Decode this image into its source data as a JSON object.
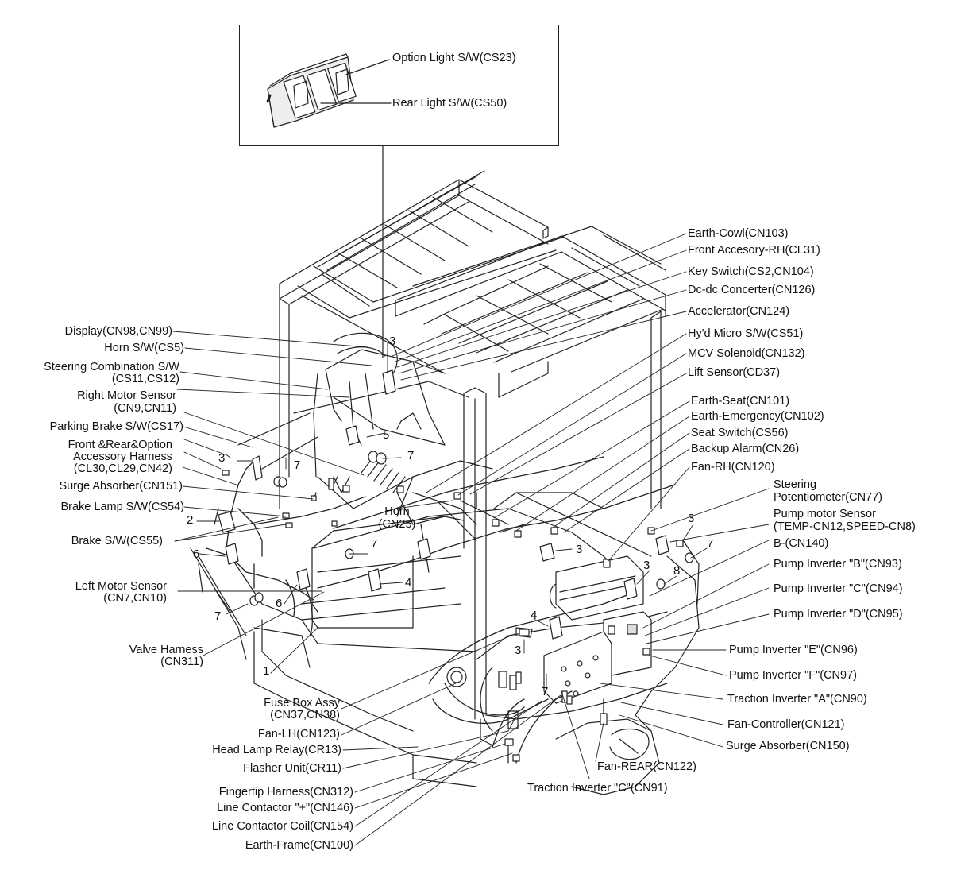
{
  "inset_labels": {
    "option_light": "Option Light S/W(CS23)",
    "rear_light": "Rear Light S/W(CS50)"
  },
  "left_labels": {
    "display": "Display(CN98,CN99)",
    "horn_sw": "Horn S/W(CS5)",
    "steering_combo_1": "Steering Combination S/W",
    "steering_combo_2": "(CS11,CS12)",
    "right_motor_1": "Right Motor Sensor",
    "right_motor_2": "(CN9,CN11)",
    "parking_brake": "Parking Brake S/W(CS17)",
    "front_rear_1": "Front &Rear&Option",
    "front_rear_2": "Accessory Harness",
    "front_rear_3": "(CL30,CL29,CN42)",
    "surge_151": "Surge Absorber(CN151)",
    "brake_lamp": "Brake Lamp S/W(CS54)",
    "brake_sw": "Brake S/W(CS55)",
    "left_motor_1": "Left Motor Sensor",
    "left_motor_2": "(CN7,CN10)",
    "valve_1": "Valve Harness",
    "valve_2": "(CN311)"
  },
  "center_labels": {
    "horn_1": "Horn",
    "horn_2": "(CN25)"
  },
  "bottom_labels": {
    "fuse_1": "Fuse Box Assy",
    "fuse_2": "(CN37,CN38)",
    "fan_lh": "Fan-LH(CN123)",
    "head_lamp": "Head Lamp Relay(CR13)",
    "flasher": "Flasher Unit(CR11)",
    "fingertip": "Fingertip Harness(CN312)",
    "line_plus": "Line Contactor \"+\"(CN146)",
    "line_coil": "Line Contactor Coil(CN154)",
    "earth_frame": "Earth-Frame(CN100)",
    "fan_rear": "Fan-REAR(CN122)",
    "traction_c": "Traction Inverter \"C\"(CN91)"
  },
  "right_labels": {
    "earth_cowl": "Earth-Cowl(CN103)",
    "front_accessory": "Front Accesory-RH(CL31)",
    "key_switch": "Key Switch(CS2,CN104)",
    "dcdc": "Dc-dc Concerter(CN126)",
    "accelerator": "Accelerator(CN124)",
    "hyd_micro": "Hy'd Micro S/W(CS51)",
    "mcv": "MCV Solenoid(CN132)",
    "lift_sensor": "Lift Sensor(CD37)",
    "earth_seat": "Earth-Seat(CN101)",
    "earth_emergency": "Earth-Emergency(CN102)",
    "seat_switch": "Seat Switch(CS56)",
    "backup_alarm": "Backup Alarm(CN26)",
    "fan_rh": "Fan-RH(CN120)",
    "steering_pot_1": "Steering",
    "steering_pot_2": "Potentiometer(CN77)",
    "pump_sensor_1": "Pump motor Sensor",
    "pump_sensor_2": "(TEMP-CN12,SPEED-CN8)",
    "b_minus": "B-(CN140)",
    "pump_b": "Pump Inverter \"B\"(CN93)",
    "pump_c": "Pump Inverter \"C\"(CN94)",
    "pump_d": "Pump Inverter \"D\"(CN95)",
    "pump_e": "Pump Inverter \"E\"(CN96)",
    "pump_f": "Pump Inverter \"F\"(CN97)",
    "traction_a": "Traction Inverter \"A\"(CN90)",
    "fan_controller": "Fan-Controller(CN121)",
    "surge_150": "Surge Absorber(CN150)"
  },
  "callout_numbers": {
    "n3": "3",
    "n5": "5",
    "n7": "7",
    "n2": "2",
    "n6": "6",
    "n4": "4",
    "n8": "8",
    "n1": "1"
  }
}
